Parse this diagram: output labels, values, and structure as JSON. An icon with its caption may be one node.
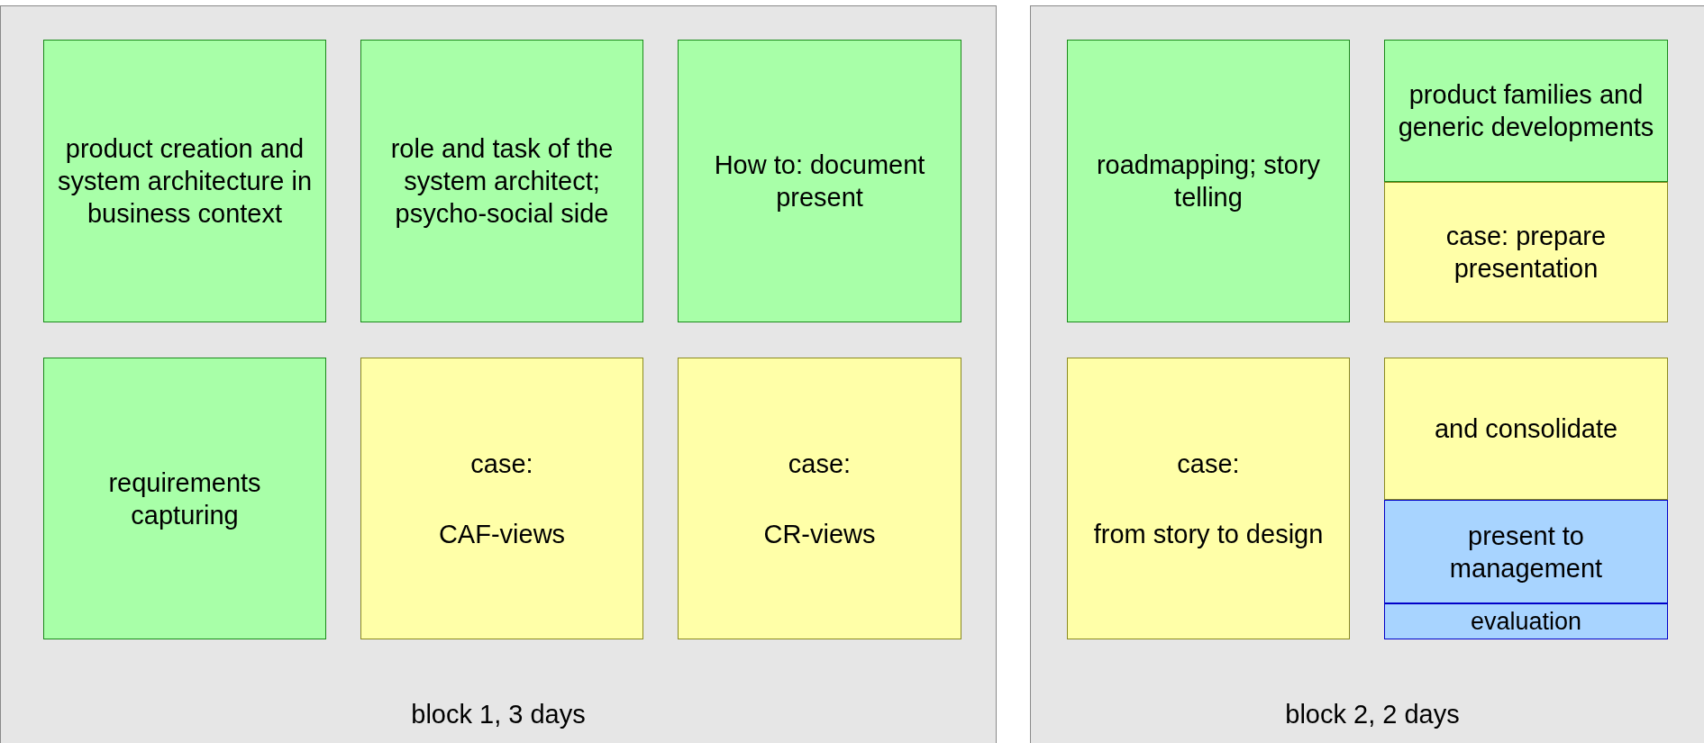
{
  "diagram": {
    "nodes": [
      {
        "text": [
          "block 1, 3 days"
        ]
      },
      {
        "text": [
          "product creation and system architecture in business context"
        ],
        "in": 0
      },
      {
        "text": [
          "role and task of the system architect; psycho-social side"
        ],
        "in": 0
      },
      {
        "text": [
          "How to: document present"
        ],
        "in": 0
      },
      {
        "text": [
          "requirements capturing"
        ],
        "in": 0
      },
      {
        "text": [
          "case:",
          "CAF-views"
        ],
        "in": 0
      },
      {
        "text": [
          "case:",
          "CR-views"
        ],
        "in": 0
      },
      {
        "text": [
          "block 2, 2 days"
        ]
      },
      {
        "text": [
          "roadmapping; story telling"
        ],
        "in": 7
      },
      {
        "text": [
          "product families and generic developments"
        ],
        "in": 7
      },
      {
        "text": [
          "case: prepare presentation"
        ],
        "in": 7
      },
      {
        "text": [
          "case:",
          "from story to design"
        ],
        "in": 7
      },
      {
        "text": [
          "and consolidate"
        ],
        "in": 7
      },
      {
        "text": [
          "present to management"
        ],
        "in": 7
      },
      {
        "text": [
          "evaluation"
        ],
        "in": 7
      }
    ]
  }
}
